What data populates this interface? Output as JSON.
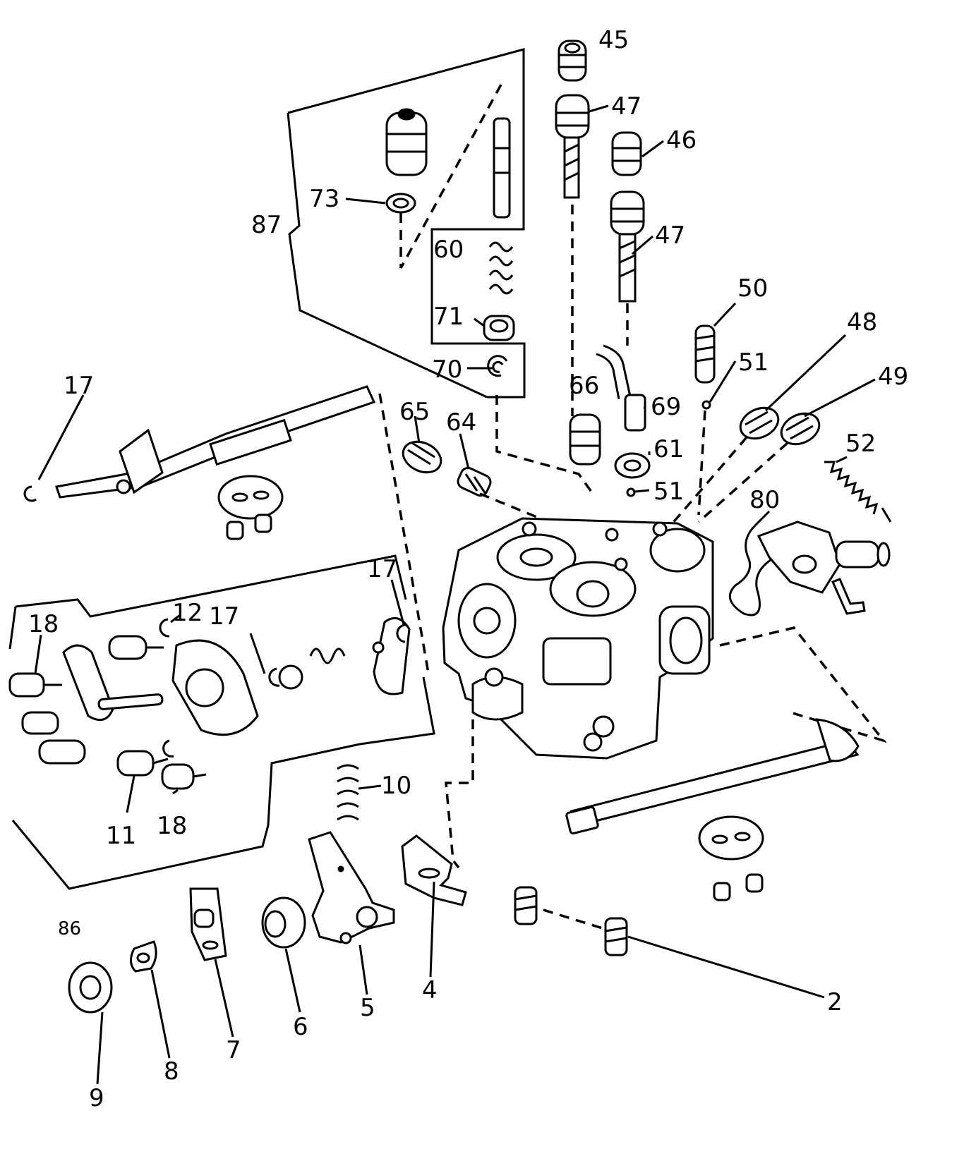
{
  "labels": {
    "l45": "45",
    "l47a": "47",
    "l46": "46",
    "l47b": "47",
    "l73": "73",
    "l87": "87",
    "l60": "60",
    "l71": "71",
    "l70": "70",
    "l50": "50",
    "l48": "48",
    "l49": "49",
    "l51a": "51",
    "l51b": "51",
    "l52": "52",
    "l66": "66",
    "l69": "69",
    "l61": "61",
    "l65": "65",
    "l64": "64",
    "l80": "80",
    "l17a": "17",
    "l17b": "17",
    "l17c": "17",
    "l18a": "18",
    "l18b": "18",
    "l12": "12",
    "l11": "11",
    "l10": "10",
    "l86": "86",
    "l9": "9",
    "l8": "8",
    "l7": "7",
    "l6": "6",
    "l5": "5",
    "l4": "4",
    "l2": "2"
  }
}
